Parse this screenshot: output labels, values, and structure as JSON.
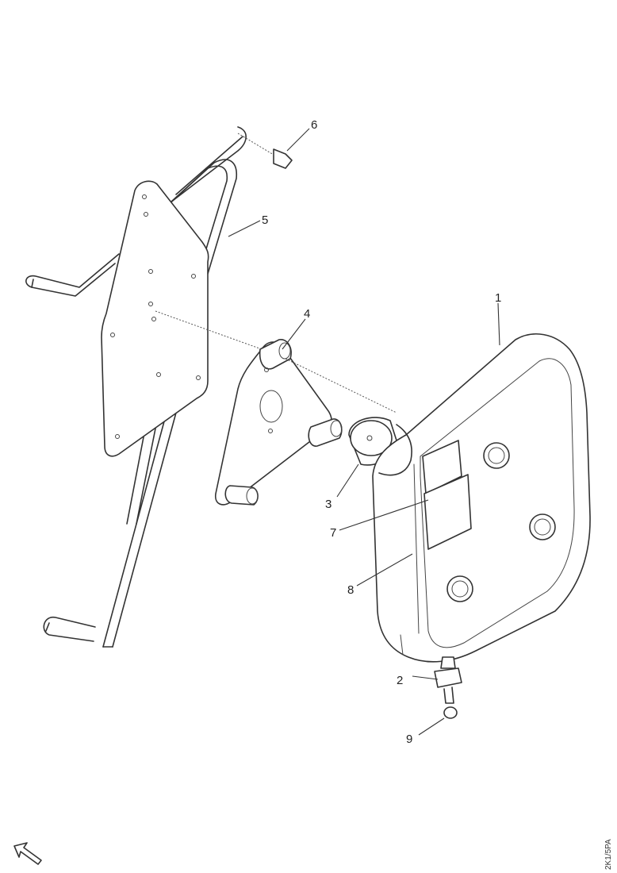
{
  "diagram": {
    "callouts": [
      {
        "id": "c1",
        "label": "1"
      },
      {
        "id": "c2",
        "label": "2"
      },
      {
        "id": "c3",
        "label": "3"
      },
      {
        "id": "c4",
        "label": "4"
      },
      {
        "id": "c5",
        "label": "5"
      },
      {
        "id": "c6",
        "label": "6"
      },
      {
        "id": "c7",
        "label": "7"
      },
      {
        "id": "c8",
        "label": "8"
      },
      {
        "id": "c9",
        "label": "9"
      }
    ],
    "drawing_id": "2K1/5PA",
    "orientation_icon": "front-direction-arrow-icon"
  }
}
